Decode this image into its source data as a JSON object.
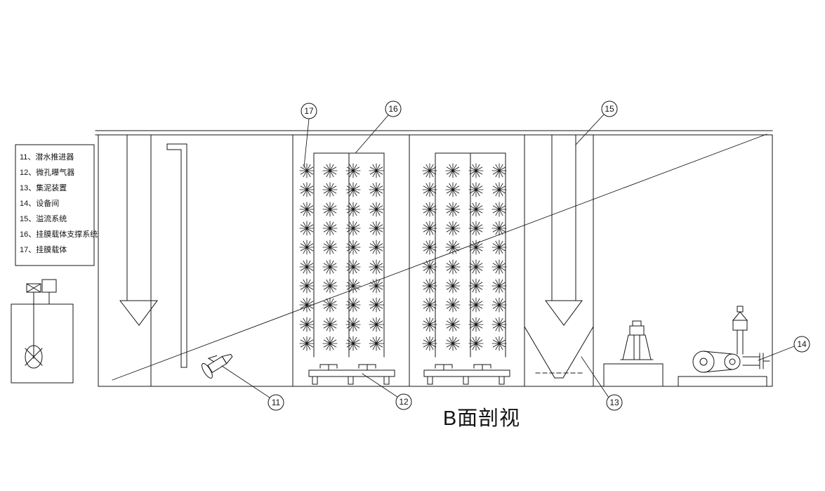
{
  "drawing": {
    "title": "B面剖视"
  },
  "legend": {
    "items": [
      "11、潜水推进器",
      "12、微孔曝气器",
      "13、集泥装置",
      "14、设备间",
      "15、溢流系统",
      "16、挂膜载体支撑系统",
      "17、挂膜载体"
    ]
  },
  "callouts": {
    "c11": "11",
    "c12": "12",
    "c13": "13",
    "c14": "14",
    "c15": "15",
    "c16": "16",
    "c17": "17"
  },
  "colors": {
    "line": "#141414",
    "background": "#ffffff"
  }
}
